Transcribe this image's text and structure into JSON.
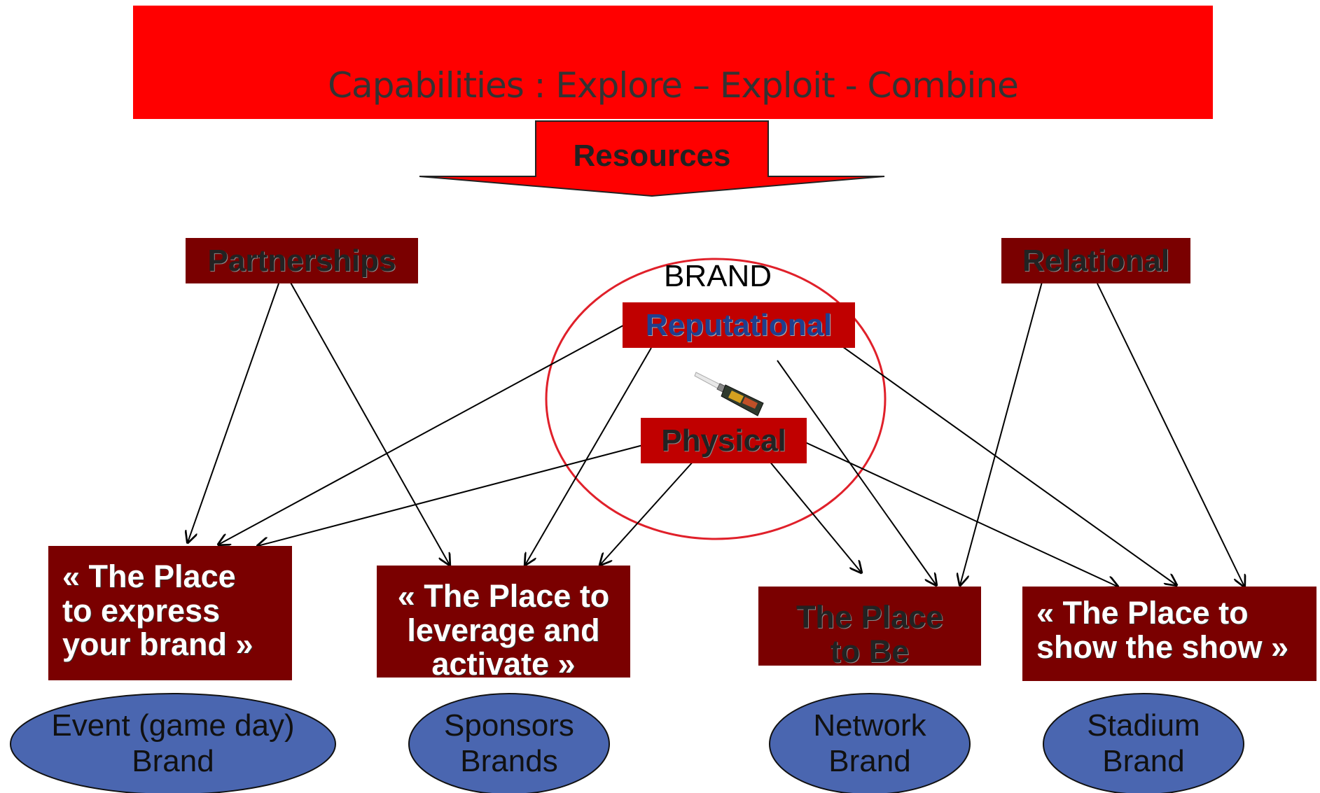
{
  "banner": {
    "title": "Capabilities : Explore – Exploit - Combine"
  },
  "resources": {
    "label": "Resources"
  },
  "resource_boxes": {
    "partnerships": "Partnerships",
    "relational": "Relational",
    "reputational": "Reputational",
    "physical": "Physical"
  },
  "brand": {
    "title": "BRAND"
  },
  "outcomes": {
    "express": [
      "« The Place",
      "to express",
      "your brand »"
    ],
    "leverage": [
      "« The Place to",
      "leverage and",
      "activate »"
    ],
    "be": [
      "The Place",
      "to Be"
    ],
    "show": [
      "« The Place to",
      "show the show »"
    ]
  },
  "brands": {
    "event": [
      "Event (game day)",
      "Brand"
    ],
    "sponsors": [
      "Sponsors",
      "Brands"
    ],
    "network": [
      "Network",
      "Brand"
    ],
    "stadium": [
      "Stadium",
      "Brand"
    ]
  },
  "colors": {
    "banner_red": "#ff0000",
    "box_red": "#c00000",
    "box_dark_red": "#7a0000",
    "ellipse_blue": "#4a66b0",
    "ring_red": "#e0202a"
  }
}
